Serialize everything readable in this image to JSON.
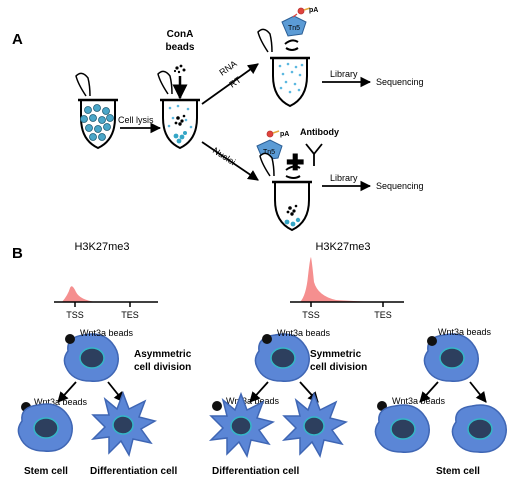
{
  "panel_a": {
    "label": "A",
    "cona_line1": "ConA",
    "cona_line2": "beads",
    "cell_lysis": "Cell lysis",
    "rna": "RNA",
    "rt": "RT",
    "nuclei": "Nuclei",
    "pa_top": "pA",
    "tn5_top": "Tn5",
    "pa_mid": "pA",
    "tn5_mid": "Tn5",
    "antibody": "Antibody",
    "library_top": "Library",
    "sequencing_top": "Sequencing",
    "library_bottom": "Library",
    "sequencing_bottom": "Sequencing"
  },
  "panel_b": {
    "label": "B",
    "left": {
      "mark": "H3K27me3",
      "tss": "TSS",
      "tes": "TES",
      "beads_top": "Wnt3a beads",
      "division_line1": "Asymmetric",
      "division_line2": "cell division",
      "beads_child": "Wnt3a beads",
      "caption_stem": "Stem cell",
      "caption_diff": "Differentiation cell"
    },
    "middle": {
      "mark": "H3K27me3",
      "tss": "TSS",
      "tes": "TES",
      "beads_top": "Wnt3a beads",
      "division_line1": "Symmetric",
      "division_line2": "cell division",
      "beads_child": "Wnt3a beads",
      "caption": "Differentiation cell"
    },
    "right": {
      "beads_top": "Wnt3a beads",
      "beads_child": "Wnt3a beads",
      "caption": "Stem cell"
    }
  },
  "colors": {
    "cell_fill": "#5b86d6",
    "cell_edge": "#3f66b4",
    "nucleus": "#2d3f5e",
    "nucleus_ring": "#35b6c6",
    "peak": "#f58f8f",
    "bead": "#111111",
    "tn5": "#5b9bd5",
    "liquid_dot": "#5cb8e0"
  }
}
